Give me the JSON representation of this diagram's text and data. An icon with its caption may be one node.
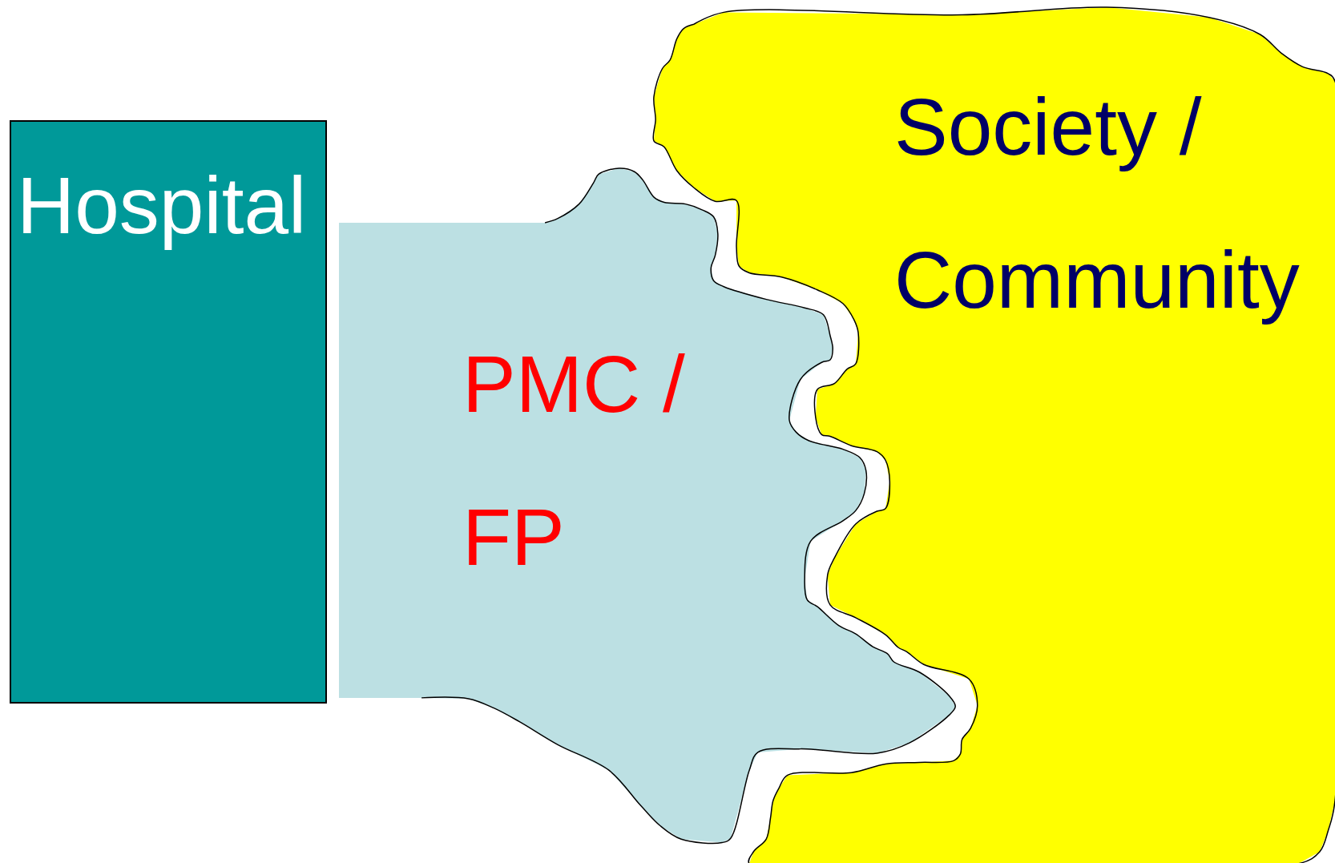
{
  "diagram": {
    "nodes": [
      {
        "text": [
          "Hospital"
        ]
      },
      {
        "text": [
          "PMC / FP"
        ]
      },
      {
        "text": [
          "Society / Community"
        ]
      }
    ]
  }
}
